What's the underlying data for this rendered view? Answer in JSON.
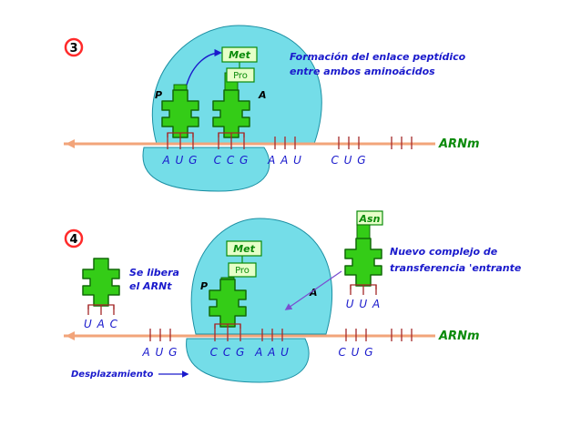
{
  "colors": {
    "ribosome": "#74dde8",
    "ribosome_outline": "#1b8fa3",
    "mrna": "#f2a47a",
    "trna": "#34cc17",
    "trna_outline": "#116a08",
    "tick": "#a52a2a",
    "blue_text": "#1a1acc",
    "green_text": "#0a8a0a",
    "step_circle": "#ff2a2a",
    "amino_box_bg": "#e6ffc8"
  },
  "step3": {
    "number": "3",
    "caption_line1": "Formación del enlace peptídico",
    "caption_line2": "entre ambos aminoácidos",
    "site_p": "P",
    "site_a": "A",
    "amino_top": "Met",
    "amino_bottom": "Pro",
    "mrna_label": "ARNm",
    "codons": [
      "A U G",
      "C C G",
      "A A U",
      "C U G"
    ]
  },
  "step4": {
    "number": "4",
    "released_line1": "Se libera",
    "released_line2": "el ARNt",
    "released_anticodon": "U A C",
    "amino_top": "Met",
    "amino_bottom": "Pro",
    "site_p": "P",
    "site_a": "A",
    "incoming_amino": "Asn",
    "incoming_anticodon": "U U A",
    "incoming_line1": "Nuevo complejo de",
    "incoming_line2": "transferencia 'entrante",
    "mrna_label": "ARNm",
    "codons": [
      "A U G",
      "C C G",
      "A A U",
      "C U G"
    ],
    "shift_label": "Desplazamiento"
  }
}
